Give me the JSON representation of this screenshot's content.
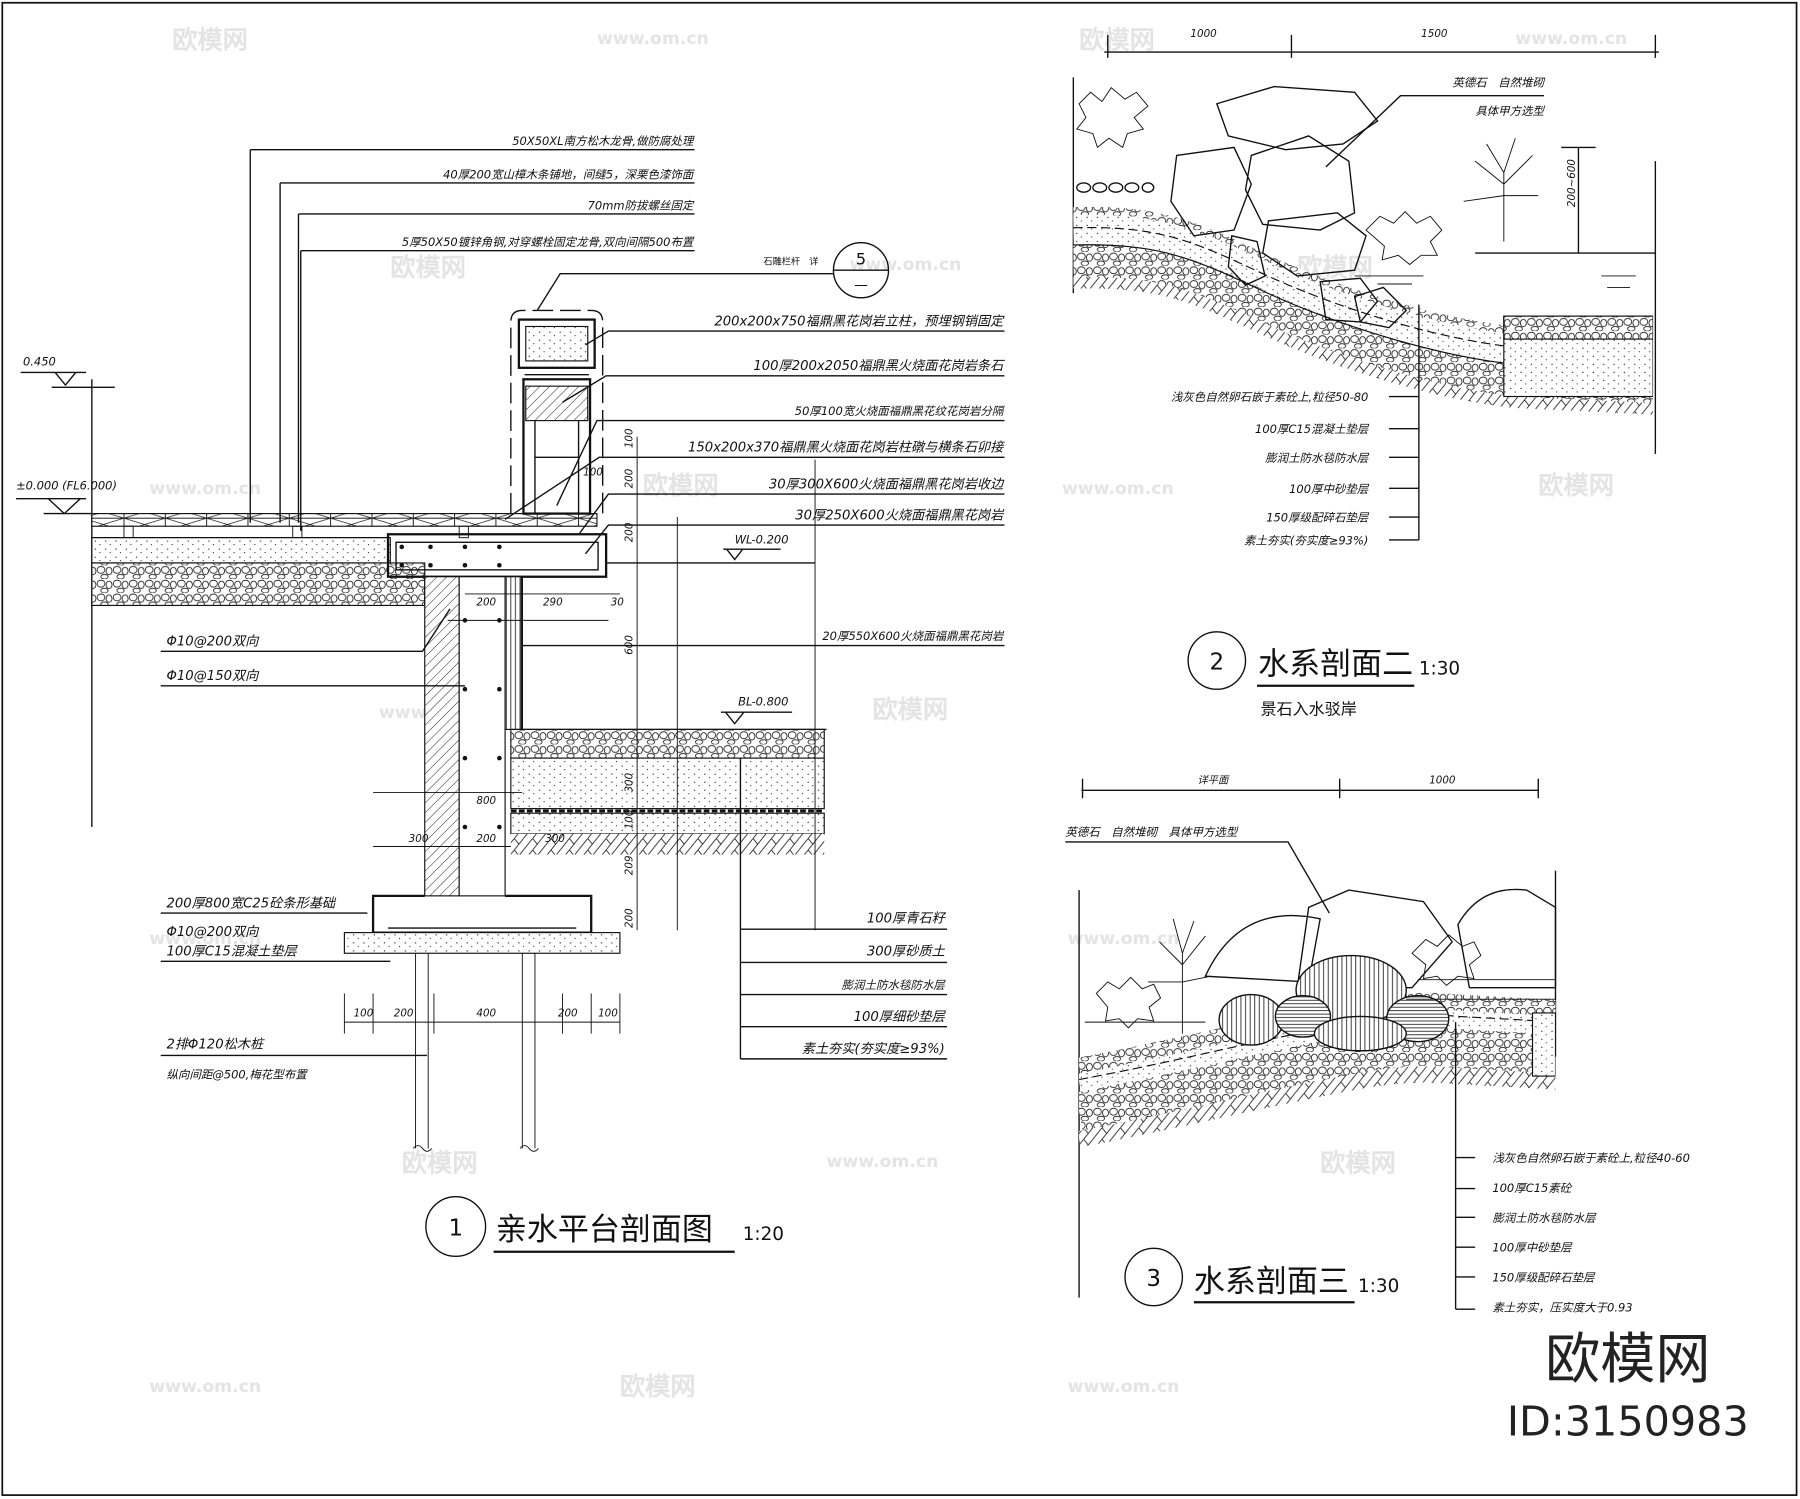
{
  "section1": {
    "title": "亲水平台剖面图",
    "number": "1",
    "scale": "1:20",
    "elevations": {
      "top": "0.450",
      "floor": "±0.000 (FL6.000)",
      "water": "WL-0.200",
      "bottom": "BL-0.800"
    },
    "deck_labels": [
      "50X50XL南方松木龙骨,做防腐处理",
      "40厚200宽山樟木条铺地，间缝5，深栗色漆饰面",
      "70mm防拔螺丝固定",
      "5厚50X50镀锌角钢,对穿螺栓固定龙骨,双向间隔500布置"
    ],
    "railing_ref": {
      "text": "石雕栏杆　详",
      "number": "5",
      "sheet": "—"
    },
    "stone_labels": [
      "200x200x750福鼎黑花岗岩立柱，预埋钢销固定",
      "100厚200x2050福鼎黑火烧面花岗岩条石",
      "50厚100宽火烧面福鼎黑花纹花岗岩分隔",
      "150x200x370福鼎黑火烧面花岗岩柱礅与横条石卯接",
      "30厚300X600火烧面福鼎黑花岗岩收边",
      "30厚250X600火烧面福鼎黑花岗岩",
      "20厚550X600火烧面福鼎黑花岗岩"
    ],
    "rebar_labels": [
      "Φ10@200双向",
      "Φ10@150双向"
    ],
    "foundation_labels": [
      "200厚800宽C25砼条形基础",
      "Φ10@200双向",
      "100厚C15混凝土垫层",
      "2排Φ120松木桩",
      "纵向间距@500,梅花型布置"
    ],
    "pool_labels": [
      "100厚青石籽",
      "300厚砂质土",
      "膨润土防水毯防水层",
      "100厚细砂垫层",
      "素土夯实(夯实度≥93%)"
    ],
    "dims_vertical": [
      "100",
      "200",
      "200",
      "600",
      "300",
      "100",
      "209",
      "200"
    ],
    "dims_horizontal": [
      "100",
      "200",
      "290",
      "30",
      "800",
      "300",
      "200",
      "300"
    ],
    "dims_bottom": [
      "100",
      "200",
      "400",
      "200",
      "100"
    ]
  },
  "section2": {
    "title": "水系剖面二",
    "number": "2",
    "scale": "1:30",
    "subtitle": "景石入水驳岸",
    "dims": [
      "1000",
      "1500",
      "200~600"
    ],
    "rock_label": [
      "英德石　自然堆砌",
      "具体甲方选型"
    ],
    "layer_labels": [
      "浅灰色自然卵石嵌于素砼上,粒径50-80",
      "100厚C15混凝土垫层",
      "膨润土防水毯防水层",
      "100厚中砂垫层",
      "150厚级配碎石垫层",
      "素土夯实(夯实度≥93%)"
    ]
  },
  "section3": {
    "title": "水系剖面三",
    "number": "3",
    "scale": "1:30",
    "dims": [
      "详平面",
      "1000"
    ],
    "rock_label": "英德石　自然堆砌　具体甲方选型",
    "layer_labels": [
      "浅灰色自然卵石嵌于素砼上,粒径40-60",
      "100厚C15素砼",
      "膨润土防水毯防水层",
      "100厚中砂垫层",
      "150厚级配碎石垫层",
      "素土夯实，压实度大于0.93"
    ]
  },
  "watermark": {
    "brand": "欧模网",
    "id": "ID:3150983",
    "site": "www.om.cn"
  }
}
